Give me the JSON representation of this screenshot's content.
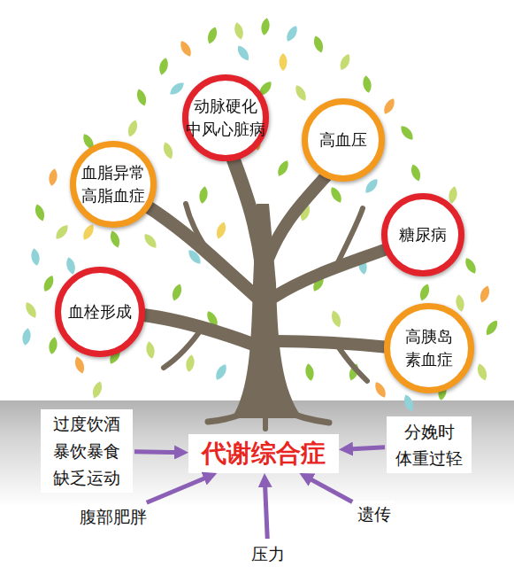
{
  "diagram": {
    "nodes": [
      {
        "text": [
          "动脉硬化 中风心脏病"
        ]
      },
      {
        "text": [
          "高血压"
        ]
      },
      {
        "text": [
          "血脂异常 高脂血症"
        ]
      },
      {
        "text": [
          "糖尿病"
        ]
      },
      {
        "text": [
          "血栓形成"
        ]
      },
      {
        "text": [
          "高胰岛 素血症"
        ]
      },
      {
        "text": [
          "过度饮酒 暴饮暴食 缺乏运动"
        ]
      },
      {
        "text": [
          "代谢综合症"
        ]
      },
      {
        "text": [
          "分娩时 体重过轻"
        ]
      },
      {
        "text": [
          "腹部肥胖"
        ]
      },
      {
        "text": [
          "遗传"
        ]
      },
      {
        "text": [
          "压力"
        ]
      }
    ],
    "edges": [
      {
        "from": 6,
        "to": 7,
        "arrow": "to"
      },
      {
        "from": 8,
        "to": 7,
        "arrow": "to"
      },
      {
        "from": 9,
        "to": 7,
        "arrow": "to"
      },
      {
        "from": 10,
        "to": 7,
        "arrow": "to"
      },
      {
        "from": 11,
        "to": 7,
        "arrow": "to"
      }
    ]
  }
}
